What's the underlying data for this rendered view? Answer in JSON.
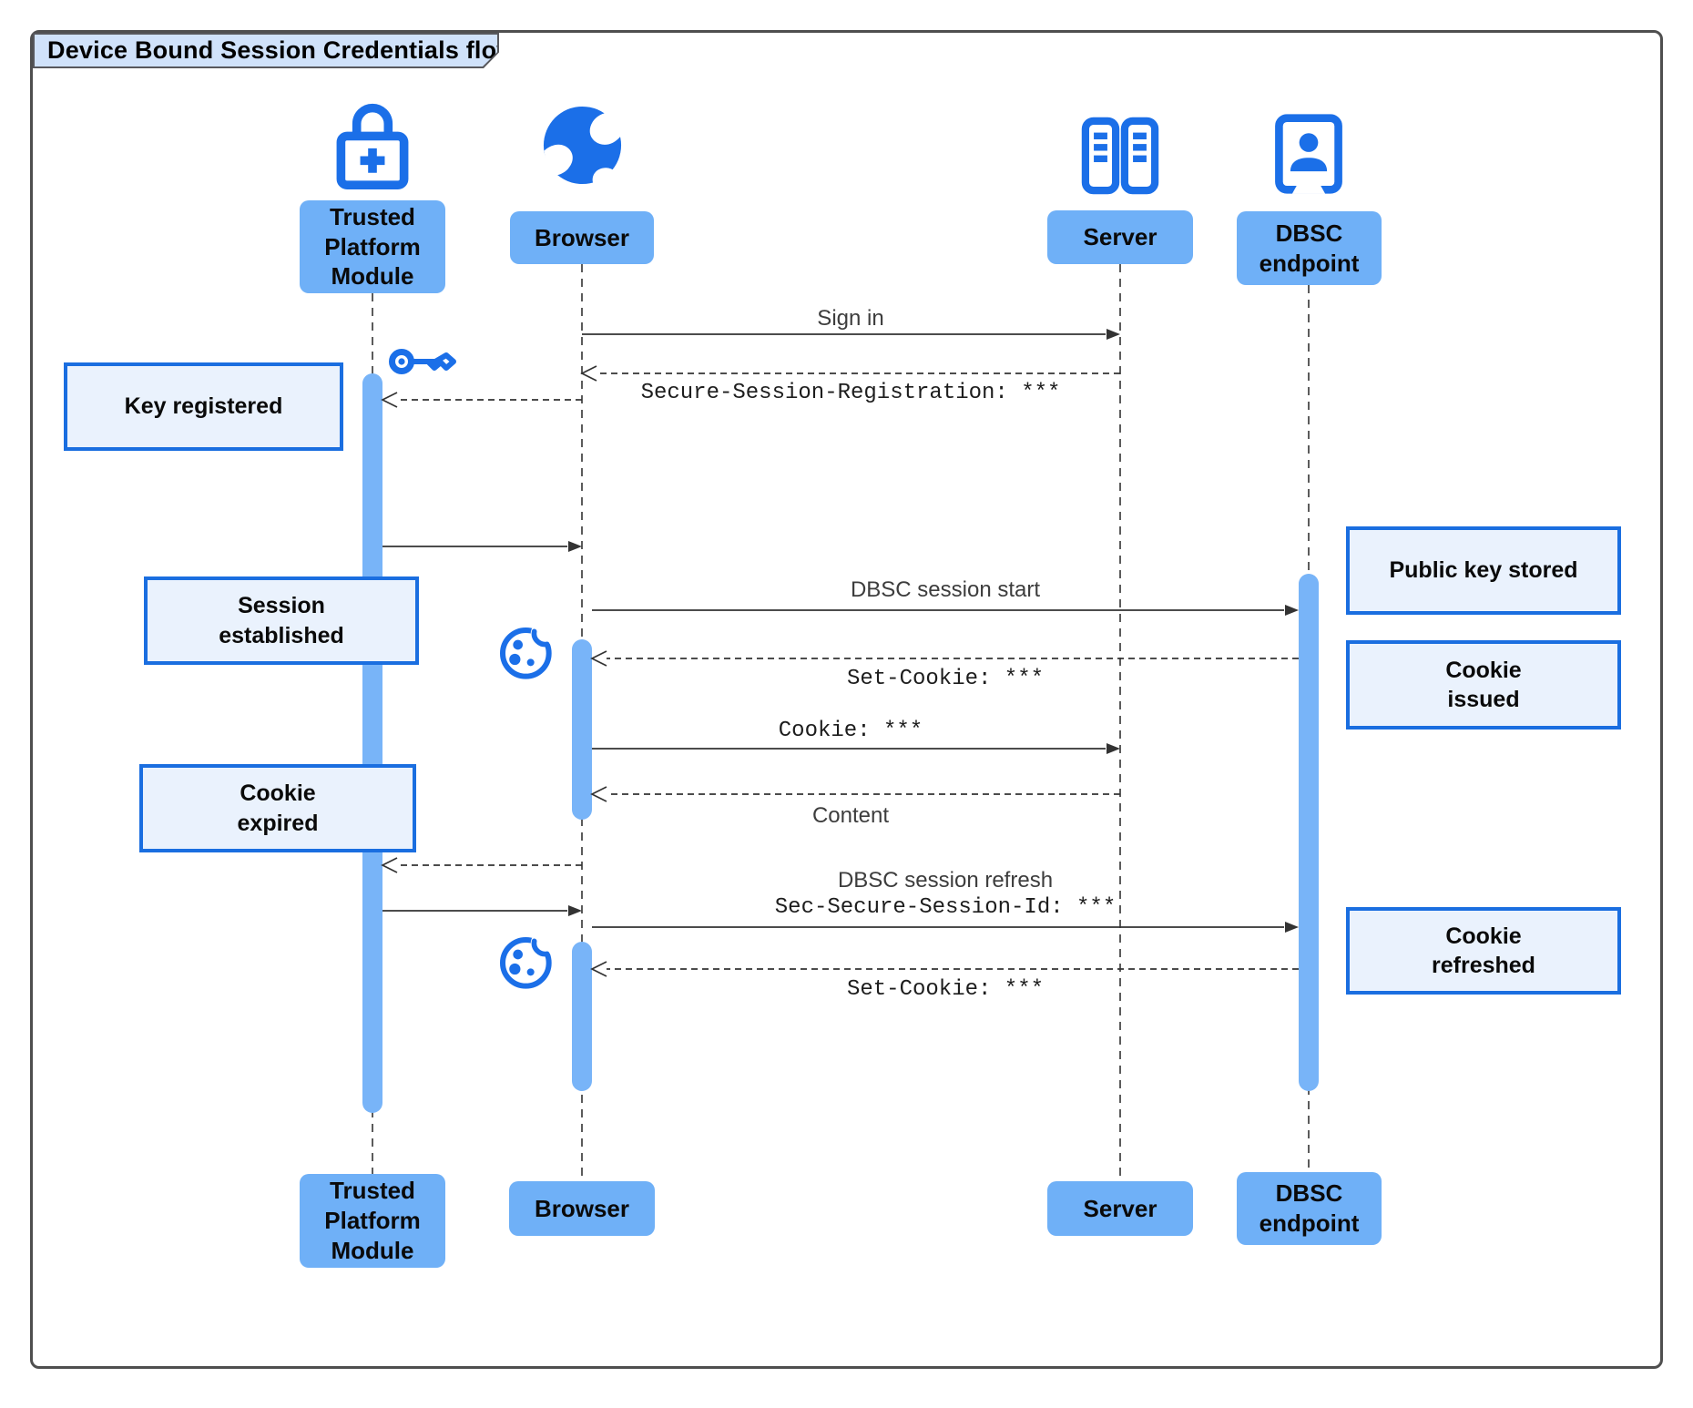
{
  "title": "Device Bound Session Credentials flow",
  "participants": {
    "tpm": "Trusted\nPlatform\nModule",
    "browser": "Browser",
    "server": "Server",
    "dbsc": "DBSC\nendpoint"
  },
  "messages": {
    "sign_in": "Sign in",
    "secure_session_registration": "Secure-Session-Registration: ***",
    "dbsc_session_start": "DBSC session start",
    "set_cookie_issue": "Set-Cookie: ***",
    "cookie": "Cookie: ***",
    "content": "Content",
    "dbsc_session_refresh": "DBSC session refresh",
    "sec_secure_session_id": "Sec-Secure-Session-Id: ***",
    "set_cookie_refresh": "Set-Cookie: ***"
  },
  "notes": {
    "key_registered": "Key registered",
    "session_established": "Session\nestablished",
    "cookie_expired": "Cookie\nexpired",
    "public_key_stored": "Public key stored",
    "cookie_issued": "Cookie\nissued",
    "cookie_refreshed": "Cookie\nrefreshed"
  },
  "icons": {
    "tpm": "lock-plus-icon",
    "browser": "globe-icon",
    "server": "server-rack-icon",
    "dbsc": "door-person-icon",
    "key": "key-icon",
    "cookie": "cookie-icon"
  },
  "colors": {
    "participant_fill": "#6fb0f7",
    "activation_fill": "#78b4f8",
    "note_fill": "#eaf2fd",
    "note_border": "#1a6ee0",
    "icon_blue": "#1b6fe8",
    "line_color": "#333333",
    "title_fill": "#d0e2fa",
    "frame_border": "#4f4f4f",
    "text_color": "#111111"
  }
}
